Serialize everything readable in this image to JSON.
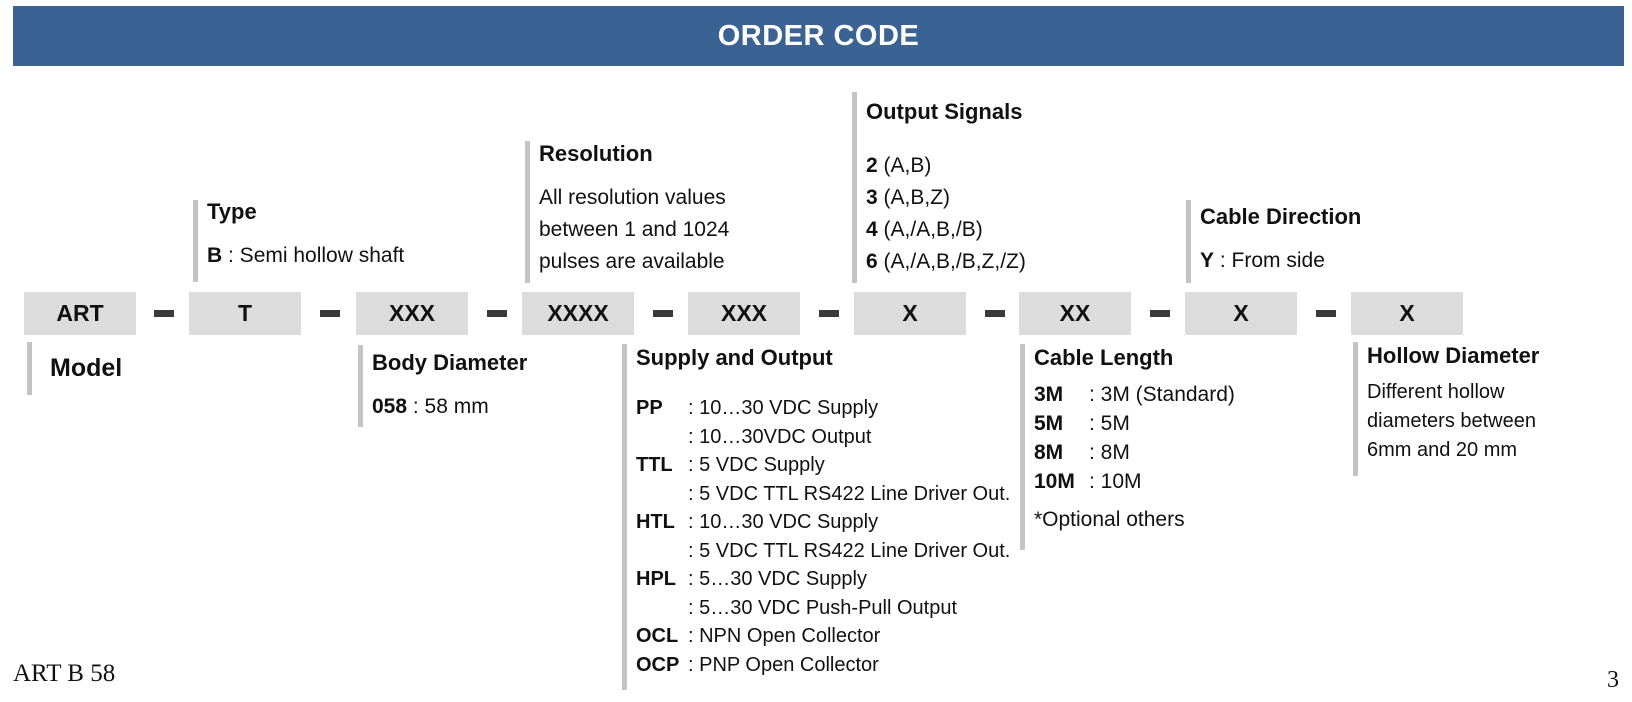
{
  "header": {
    "title": "ORDER CODE"
  },
  "code_boxes": [
    "ART",
    "T",
    "XXX",
    "XXXX",
    "XXX",
    "X",
    "XX",
    "X",
    "X"
  ],
  "model": {
    "title": "Model"
  },
  "type": {
    "title": "Type",
    "code": "B",
    "desc": ": Semi hollow shaft"
  },
  "body_diameter": {
    "title": "Body Diameter",
    "code": "058",
    "desc": ": 58 mm"
  },
  "resolution": {
    "title": "Resolution",
    "lines": [
      "All resolution values",
      "between 1 and 1024",
      "pulses are available"
    ]
  },
  "supply_output": {
    "title": "Supply and Output",
    "rows": [
      {
        "key": "PP",
        "value": ": 10…30 VDC Supply"
      },
      {
        "key": "",
        "value": ": 10…30VDC Output"
      },
      {
        "key": "TTL",
        "value": ": 5 VDC Supply"
      },
      {
        "key": "",
        "value": ": 5 VDC TTL RS422 Line Driver Out."
      },
      {
        "key": "HTL",
        "value": ": 10…30 VDC Supply"
      },
      {
        "key": "",
        "value": ": 5 VDC TTL RS422 Line Driver Out."
      },
      {
        "key": "HPL",
        "value": ": 5…30 VDC Supply"
      },
      {
        "key": "",
        "value": ": 5…30 VDC Push-Pull Output"
      },
      {
        "key": "OCL",
        "value": ": NPN Open Collector"
      },
      {
        "key": "OCP",
        "value": ": PNP Open Collector"
      }
    ]
  },
  "output_signals": {
    "title": "Output Signals",
    "rows": [
      {
        "key": "2",
        "value": "(A,B)"
      },
      {
        "key": "3",
        "value": "(A,B,Z)"
      },
      {
        "key": "4",
        "value": "(A,/A,B,/B)"
      },
      {
        "key": "6",
        "value": "(A,/A,B,/B,Z,/Z)"
      }
    ]
  },
  "cable_length": {
    "title": "Cable Length",
    "rows": [
      {
        "key": "3M",
        "value": ":  3M  (Standard)"
      },
      {
        "key": "5M",
        "value": ":  5M"
      },
      {
        "key": "8M",
        "value": ":  8M"
      },
      {
        "key": "10M",
        "value": ":  10M"
      }
    ],
    "note": "*Optional others"
  },
  "cable_direction": {
    "title": "Cable Direction",
    "code": "Y",
    "desc": ": From side"
  },
  "hollow_diameter": {
    "title": "Hollow Diameter",
    "lines": [
      "Different hollow",
      "diameters between",
      "6mm and 20 mm"
    ]
  },
  "footer": {
    "left": "ART B 58",
    "page": "3"
  },
  "colors": {
    "banner": "#3a6293",
    "box": "#dcdcdc",
    "bar": "#c4c4c4",
    "dash": "#3a3a3a"
  }
}
